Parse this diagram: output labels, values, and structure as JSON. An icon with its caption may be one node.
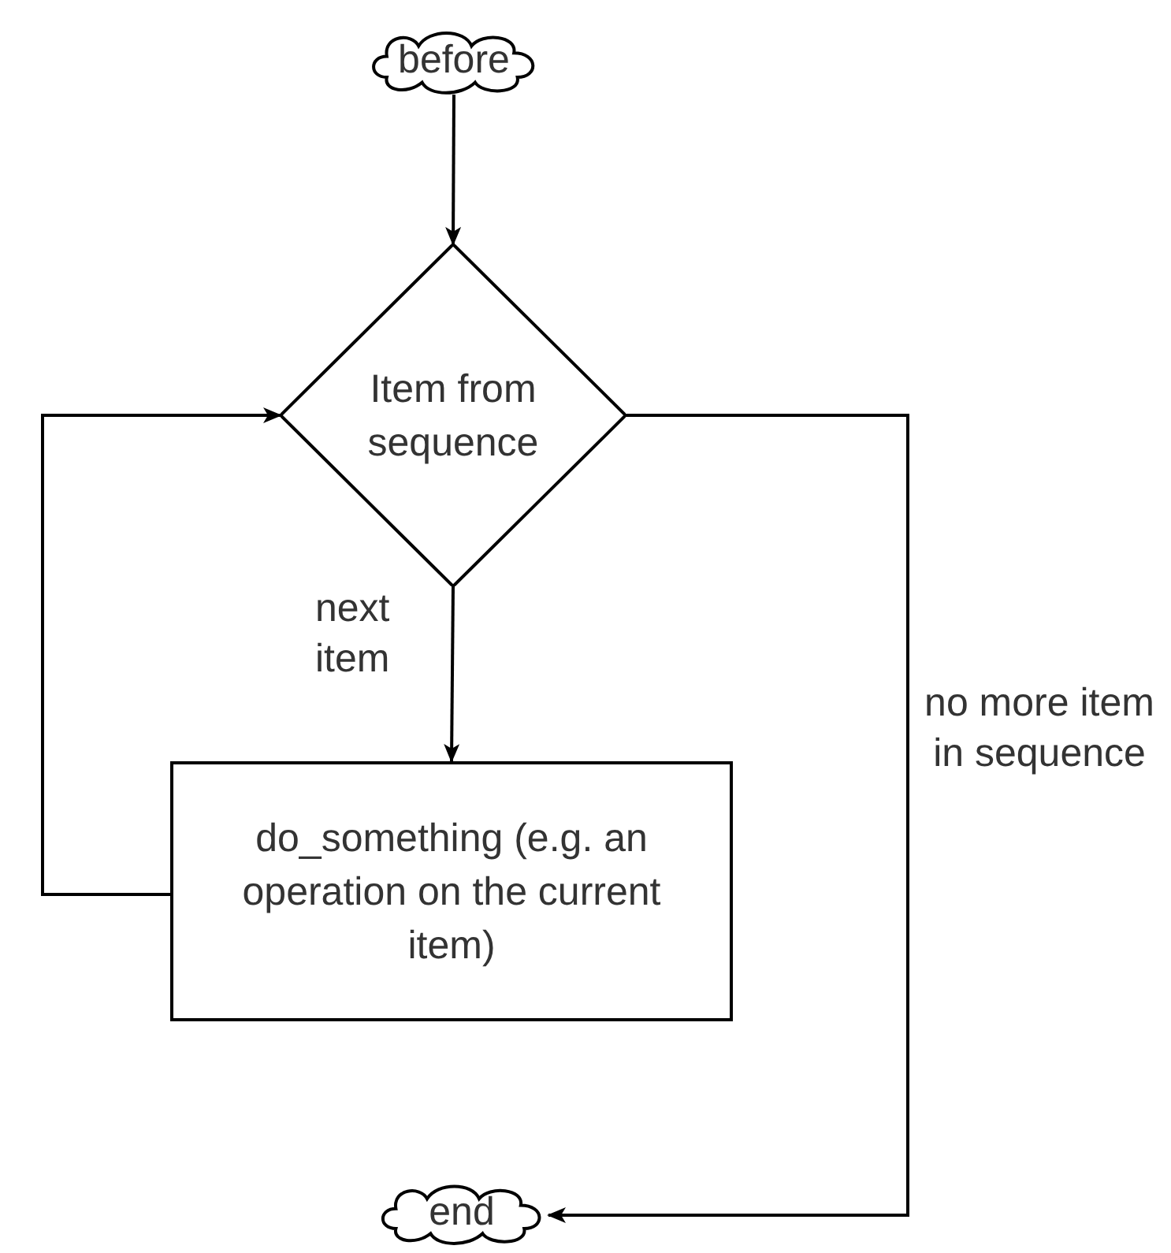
{
  "diagram": {
    "nodes": [
      {
        "text": [
          "before"
        ]
      },
      {
        "text": [
          "Item from sequence"
        ]
      },
      {
        "text": [
          "do_something (e.g. an operation on the current item)"
        ]
      },
      {
        "text": [
          "end"
        ]
      }
    ],
    "edges": [
      {
        "from": 0,
        "to": 1,
        "arrow": "to"
      },
      {
        "from": 1,
        "to": 2,
        "arrow": "to",
        "label": "next item"
      },
      {
        "from": 2,
        "to": 1,
        "arrow": "to"
      },
      {
        "from": 1,
        "to": 3,
        "arrow": "to",
        "label": "no more item in sequence"
      }
    ]
  }
}
